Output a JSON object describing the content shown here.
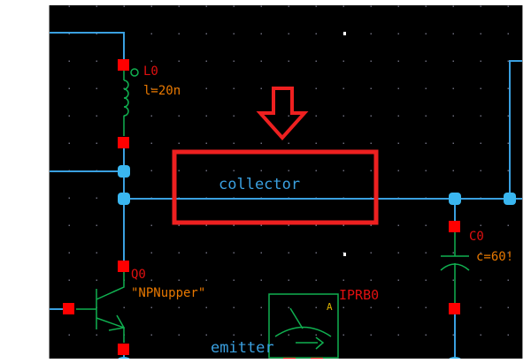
{
  "window": {
    "type": "schematic-editor-canvas"
  },
  "colors": {
    "background": "#000000",
    "grid_dot": "#6a6a7a",
    "wire": "#3aa0e0",
    "net_dot": "#3ab6f0",
    "pin": "#ff0000",
    "symbol": "#10b050",
    "instance_name": "#e01010",
    "param": "#e87800",
    "net_label": "#3aa0e0",
    "annotation": "#ee2020",
    "probe_letter": "#d8b000"
  },
  "components": {
    "inductor": {
      "name": "L0",
      "param": "l=20n"
    },
    "capacitor": {
      "name": "C0",
      "param": "c=60!"
    },
    "transistor": {
      "name": "Q0",
      "model": "\"NPNupper\""
    },
    "probe": {
      "name": "IPRB0",
      "letter": "A"
    }
  },
  "net_labels": {
    "collector": "collector",
    "emitter": "emitter"
  },
  "annotation": {
    "arrow": "down-arrow-icon",
    "highlight": "collector-highlight-box"
  }
}
